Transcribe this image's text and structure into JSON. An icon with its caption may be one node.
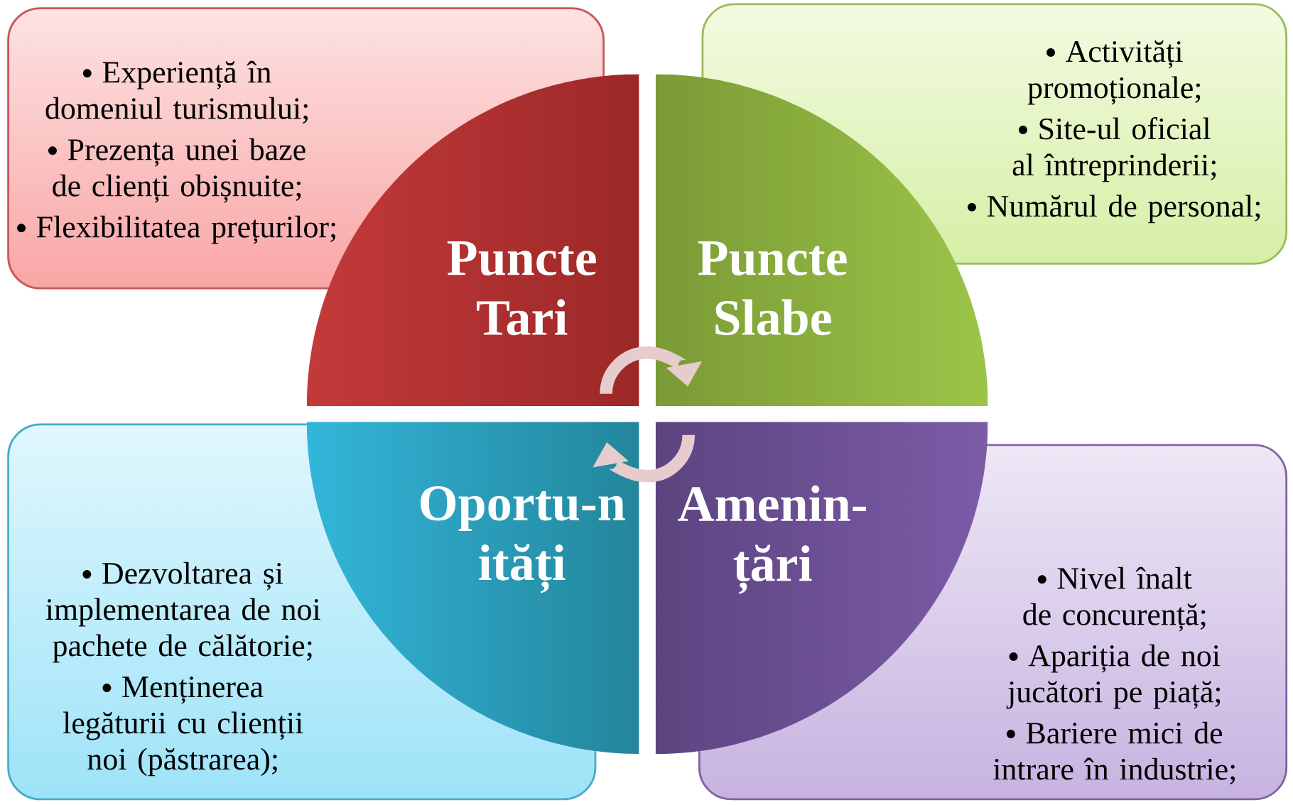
{
  "diagram": {
    "nodes": [
      {
        "text": [
          "Experiență în domeniul turismului;",
          "Prezența unei baze de clienți obișnuite;",
          "Flexibilitatea prețurilor;"
        ]
      },
      {
        "text": [
          "Activități promoționale;",
          "Site-ul oficial al întreprinderii;",
          "Numărul de personal;"
        ]
      },
      {
        "text": [
          "Puncte Tari"
        ]
      },
      {
        "text": [
          "Puncte Slabe"
        ]
      },
      {
        "text": [
          "Oportu-n ități"
        ]
      },
      {
        "text": [
          "Amenin- țări"
        ]
      },
      {
        "text": [
          "Dezvoltarea și implementarea de noi pachete de călătorie;",
          "Menținerea legăturii cu clienții noi (păstrarea);"
        ]
      },
      {
        "text": [
          "Nivel înalt de concurență;",
          "Apariția de noi jucători pe piață;",
          "Bariere mici de intrare în industrie;"
        ]
      }
    ]
  }
}
